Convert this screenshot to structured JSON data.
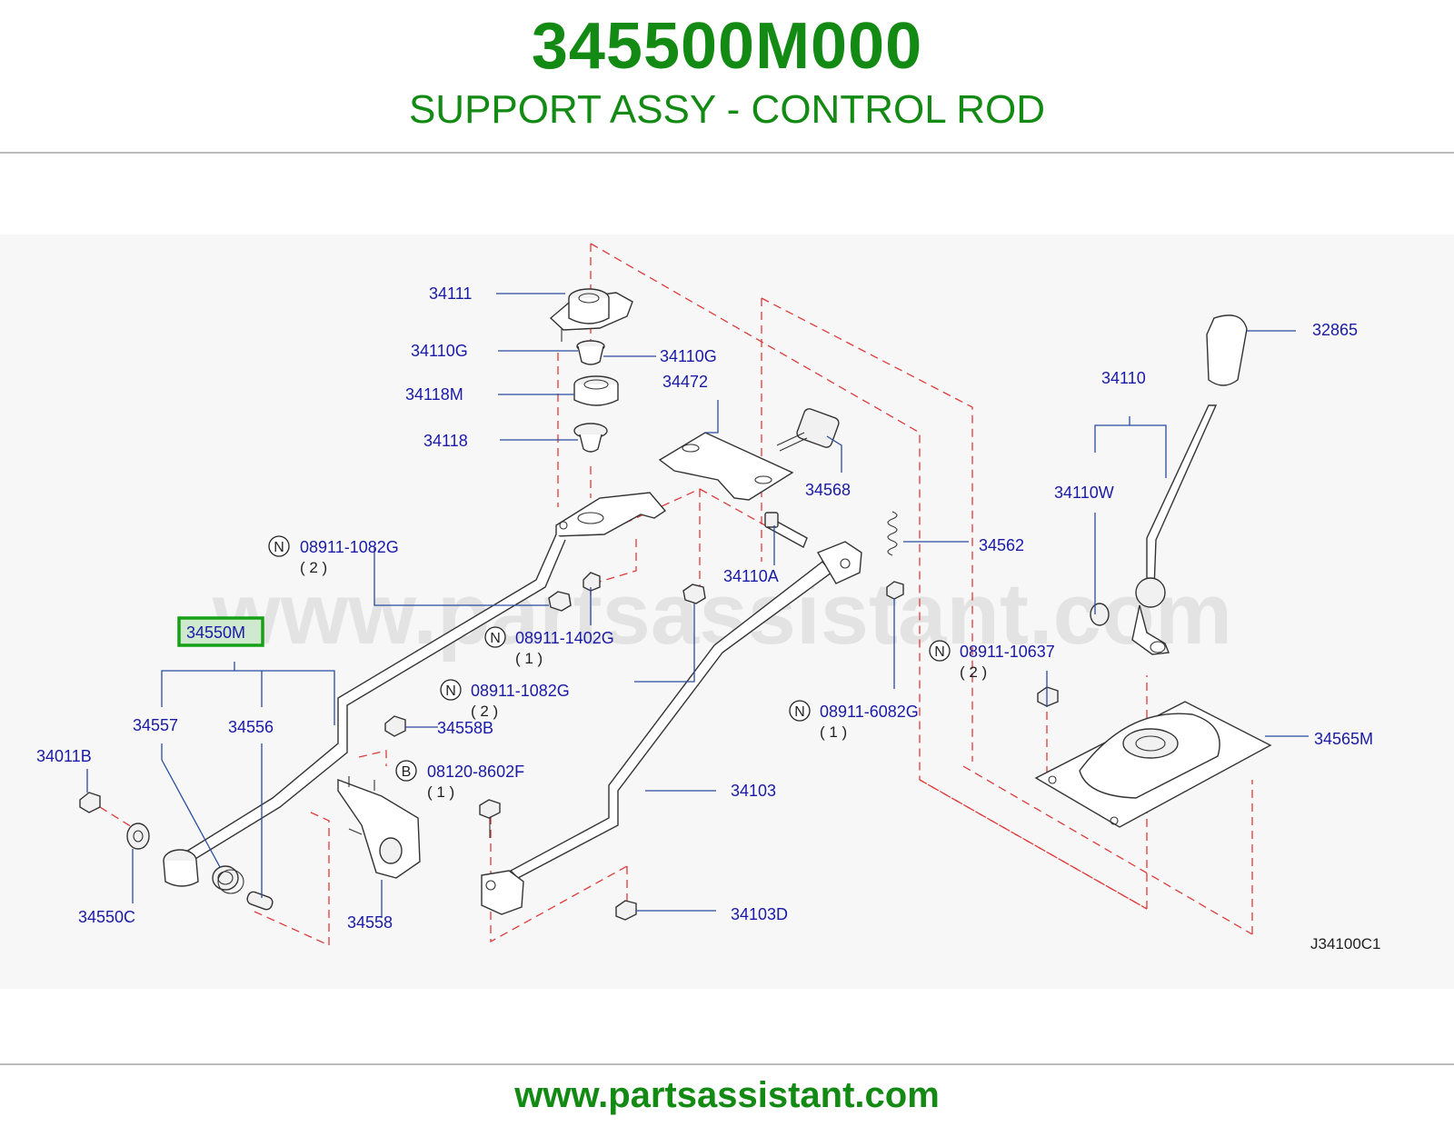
{
  "header": {
    "part_number": "345500M000",
    "part_name": "SUPPORT ASSY - CONTROL ROD"
  },
  "watermark": "www.partsassistant.com",
  "footer": {
    "url": "www.partsassistant.com"
  },
  "diagram": {
    "code": "J34100C1",
    "highlighted_part": "34550M",
    "parts": {
      "p34111": "34111",
      "p34110G_left": "34110G",
      "p34110G_right": "34110G",
      "p34118M": "34118M",
      "p34118": "34118",
      "p34472": "34472",
      "p34568": "34568",
      "p32865": "32865",
      "p34110": "34110",
      "p34110W": "34110W",
      "p34562": "34562",
      "p34110A": "34110A",
      "p34550M": "34550M",
      "p34557": "34557",
      "p34556": "34556",
      "p34011B": "34011B",
      "p34558B": "34558B",
      "p34550C": "34550C",
      "p34558": "34558",
      "p34103": "34103",
      "p34103D": "34103D",
      "p34565M": "34565M"
    },
    "fasteners": [
      {
        "prefix": "N",
        "number": "08911-1082G",
        "qty": "( 2 )"
      },
      {
        "prefix": "N",
        "number": "08911-1402G",
        "qty": "( 1 )"
      },
      {
        "prefix": "N",
        "number": "08911-1082G",
        "qty": "( 2 )"
      },
      {
        "prefix": "N",
        "number": "08911-10637",
        "qty": "( 2 )"
      },
      {
        "prefix": "N",
        "number": "08911-6082G",
        "qty": "( 1 )"
      },
      {
        "prefix": "B",
        "number": "08120-8602F",
        "qty": "( 1 )"
      }
    ]
  },
  "colors": {
    "brand_green": "#138a13",
    "label_blue": "#1a1aa8",
    "highlight_border": "#16a016",
    "highlight_fill": "#cfe9cf",
    "dashed_red": "#e03a3a"
  }
}
